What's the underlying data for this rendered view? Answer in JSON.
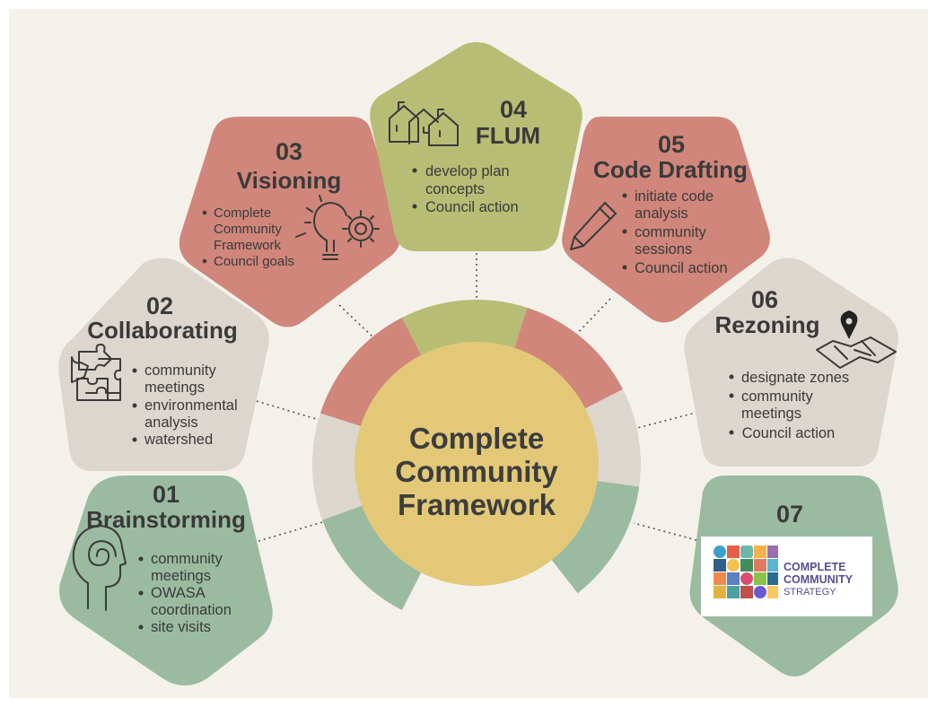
{
  "colors": {
    "background": "#f3f1ea",
    "green": "#9bbba0",
    "beige": "#ddd6cf",
    "red": "#d0867b",
    "olive": "#b7bd74",
    "center": "#e3c878",
    "text": "#3a3a3a"
  },
  "center": {
    "line1": "Complete",
    "line2": "Community",
    "line3": "Framework"
  },
  "stages": [
    {
      "number": "01",
      "title": "Brainstorming",
      "color": "green",
      "icon": "head-spiral-icon",
      "bullets": [
        [
          "community",
          "meetings"
        ],
        [
          "OWASA",
          "coordination"
        ],
        [
          "site visits"
        ]
      ]
    },
    {
      "number": "02",
      "title": "Collaborating",
      "color": "beige",
      "icon": "puzzle-icon",
      "bullets": [
        [
          "community",
          "meetings"
        ],
        [
          "environmental",
          "analysis"
        ],
        [
          "watershed"
        ]
      ]
    },
    {
      "number": "03",
      "title": "Visioning",
      "color": "red",
      "icon": "lightbulb-gear-icon",
      "bullets": [
        [
          "Complete",
          "Community",
          "Framework"
        ],
        [
          "Council goals"
        ]
      ]
    },
    {
      "number": "04",
      "title": "FLUM",
      "color": "olive",
      "icon": "houses-icon",
      "bullets": [
        [
          "develop plan",
          "concepts"
        ],
        [
          "Council action"
        ]
      ]
    },
    {
      "number": "05",
      "title": "Code Drafting",
      "color": "red",
      "icon": "pencil-icon",
      "bullets": [
        [
          "initiate code",
          "analysis"
        ],
        [
          "community",
          "sessions"
        ],
        [
          "Council action"
        ]
      ]
    },
    {
      "number": "06",
      "title": "Rezoning",
      "color": "beige",
      "icon": "map-pin-icon",
      "bullets": [
        [
          "designate zones"
        ],
        [
          "community",
          "meetings"
        ],
        [
          " Council action"
        ]
      ]
    },
    {
      "number": "07",
      "title": "",
      "color": "green",
      "icon": "complete-community-strategy-logo",
      "bullets": []
    }
  ],
  "logo": {
    "line1": "COMPLETE",
    "line2": "COMMUNITY",
    "line3": "STRATEGY"
  }
}
